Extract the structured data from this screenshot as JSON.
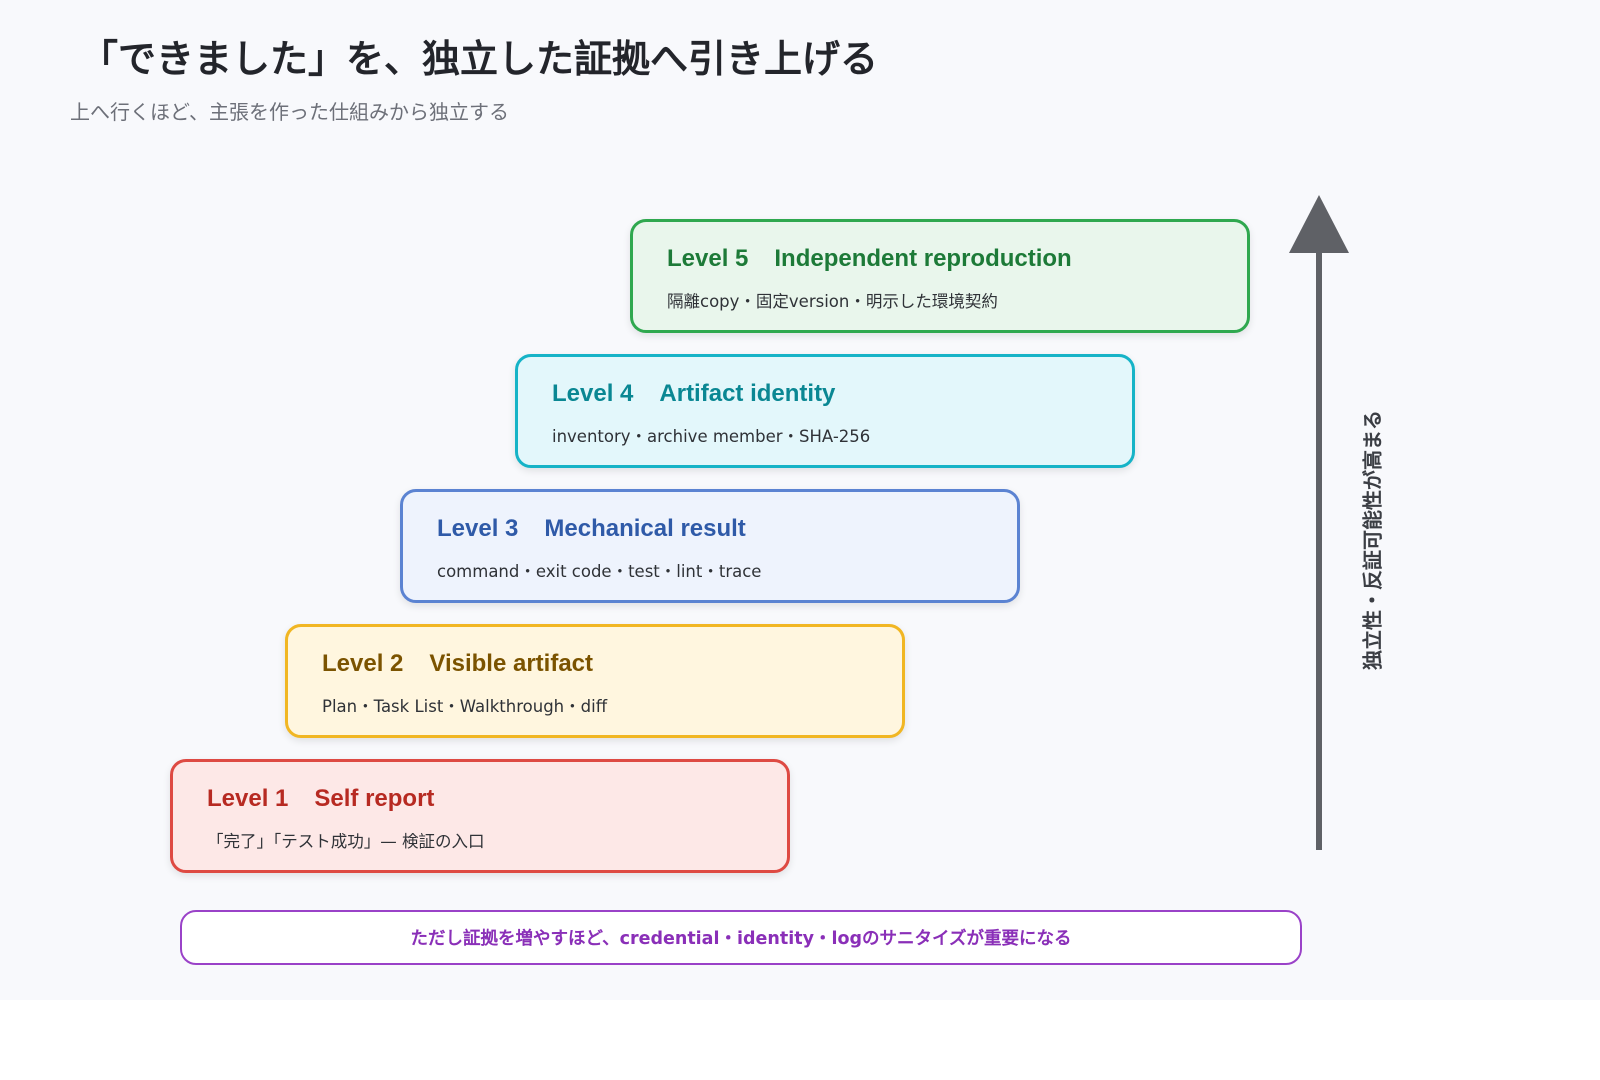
{
  "header": {
    "title": "「できました」を、独立した証拠へ引き上げる",
    "subtitle": "上へ行くほど、主張を作った仕組みから独立する"
  },
  "levels": [
    {
      "num": "Level 5",
      "name": "Independent reproduction",
      "desc": "隔離copy・固定version・明示した環境契約",
      "color": "#2fa84f"
    },
    {
      "num": "Level 4",
      "name": "Artifact identity",
      "desc": "inventory・archive member・SHA-256",
      "color": "#16b3c7"
    },
    {
      "num": "Level 3",
      "name": "Mechanical result",
      "desc": "command・exit code・test・lint・trace",
      "color": "#5b83d2"
    },
    {
      "num": "Level 2",
      "name": "Visible artifact",
      "desc": "Plan・Task List・Walkthrough・diff",
      "color": "#f1b623"
    },
    {
      "num": "Level 1",
      "name": "Self report",
      "desc": "「完了」「テスト成功」— 検証の入口",
      "color": "#de4a43"
    }
  ],
  "axis": {
    "label": "独立性・反証可能性が高まる",
    "arrow_color": "#5f6166"
  },
  "note": {
    "text": "ただし証拠を増やすほど、credential・identity・logのサニタイズが重要になる",
    "color": "#9a42c8"
  }
}
